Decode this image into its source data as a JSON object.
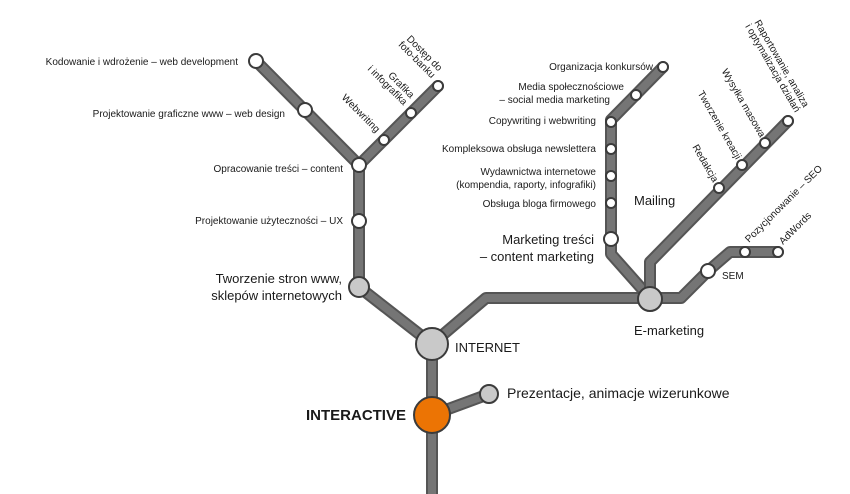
{
  "core": {
    "label": "INTERACTIVE"
  },
  "prezentacje": {
    "label": "Prezentacje, animacje wizerunkowe"
  },
  "internet": {
    "label": "INTERNET"
  },
  "web": {
    "label_1": "Tworzenie stron www,",
    "label_2": "sklepów internetowych",
    "ux": "Projektowanie użyteczności – UX",
    "content": "Opracowanie treści – content",
    "design": "Projektowanie graficzne www – web design",
    "dev": "Kodowanie i wdrożenie – web development",
    "webwriting": "Webwriting",
    "grafika_1": "Grafika",
    "grafika_2": "i infografika",
    "foto_1": "Dostęp do",
    "foto_2": "foto-banku"
  },
  "marketing": {
    "hub": "E-marketing",
    "content_1": "Marketing treści",
    "content_2": "– content marketing",
    "blog": "Obsługa bloga firmowego",
    "wyd_1": "Wydawnictwa internetowe",
    "wyd_2": "(kompendia, raporty, infografiki)",
    "newsletter": "Kompleksowa obsługa newslettera",
    "copy": "Copywriting i webwriting",
    "social_1": "Media społecznościowe",
    "social_2": "– social media marketing",
    "konkursy": "Organizacja konkursów",
    "mailing": "Mailing",
    "redakcja": "Redakcja",
    "kreacji": "Tworzenie kreacji",
    "wysylka": "Wysyłka masowa",
    "raport_1": "Raportowanie, analiza",
    "raport_2": "i optymalizacja działań",
    "sem": "SEM",
    "seo": "Pozycjonowanie – SEO",
    "adwords": "AdWords"
  },
  "colors": {
    "core": "#ec7404",
    "hub": "#c9c9c9",
    "track": "#757575"
  }
}
